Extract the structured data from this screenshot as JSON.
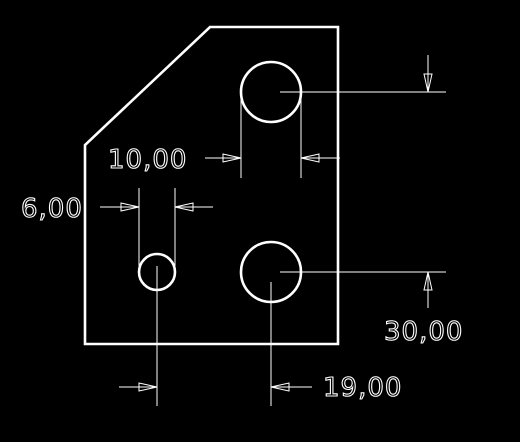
{
  "colors": {
    "background": "#000000",
    "geometry": "#ffffff",
    "dimension": "#ffffff"
  },
  "dimensions": {
    "hole_diameter": "10,00",
    "slot_width": "6,00",
    "vertical_spacing": "30,00",
    "horizontal_spacing": "19,00"
  }
}
